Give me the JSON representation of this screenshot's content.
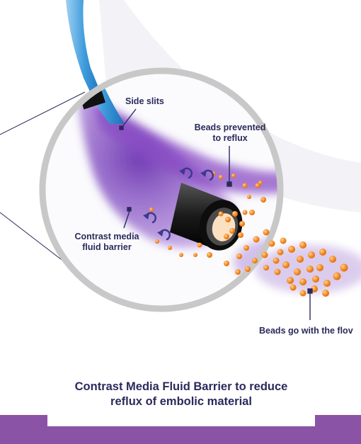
{
  "labels": {
    "side_slits": "Side slits",
    "beads_prevented_line1": "Beads prevented",
    "beads_prevented_line2": "to reflux",
    "contrast_line1": "Contrast media",
    "contrast_line2": "fluid barrier",
    "beads_flow": "Beads go with the flov"
  },
  "caption": {
    "line1": "Contrast Media Fluid Barrier to reduce",
    "line2": "reflux of embolic material"
  },
  "colors": {
    "text": "#2a2a5c",
    "band": "#8b53a6",
    "cloud": "#8a4cc4",
    "beads": "#f58a1f",
    "catheter": "#1a1a1a",
    "sheath": "#3d9bdc",
    "circle": "#c8c8c8",
    "arrow": "#3d3a8a"
  },
  "icons": [
    "reflux-arrow-icon"
  ]
}
